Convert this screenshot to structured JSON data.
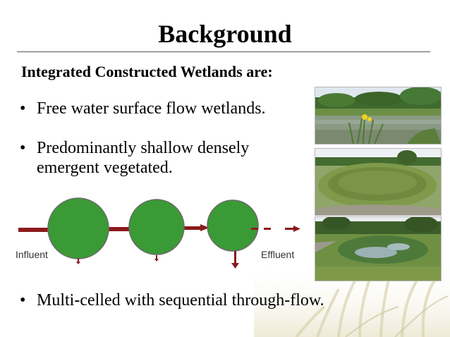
{
  "slide": {
    "title": "Background",
    "subtitle": "Integrated Constructed Wetlands are:",
    "bullets": [
      "Free water surface flow wetlands.",
      "Predominantly shallow densely emergent vegetated.",
      "Multi-celled with sequential through-flow."
    ],
    "bullet_glyph": "•"
  },
  "diagram": {
    "inflow_label": "Influent",
    "outflow_label": "Effluent",
    "colors": {
      "cell": "#3a9a35",
      "cell_outline": "#6b6b6b",
      "arrow": "#8b1a1a"
    }
  },
  "photos": [
    {
      "name": "wetland-pond-with-iris-photo"
    },
    {
      "name": "oval-wetland-cell-photo"
    },
    {
      "name": "vegetated-wetland-pond-photo"
    }
  ]
}
